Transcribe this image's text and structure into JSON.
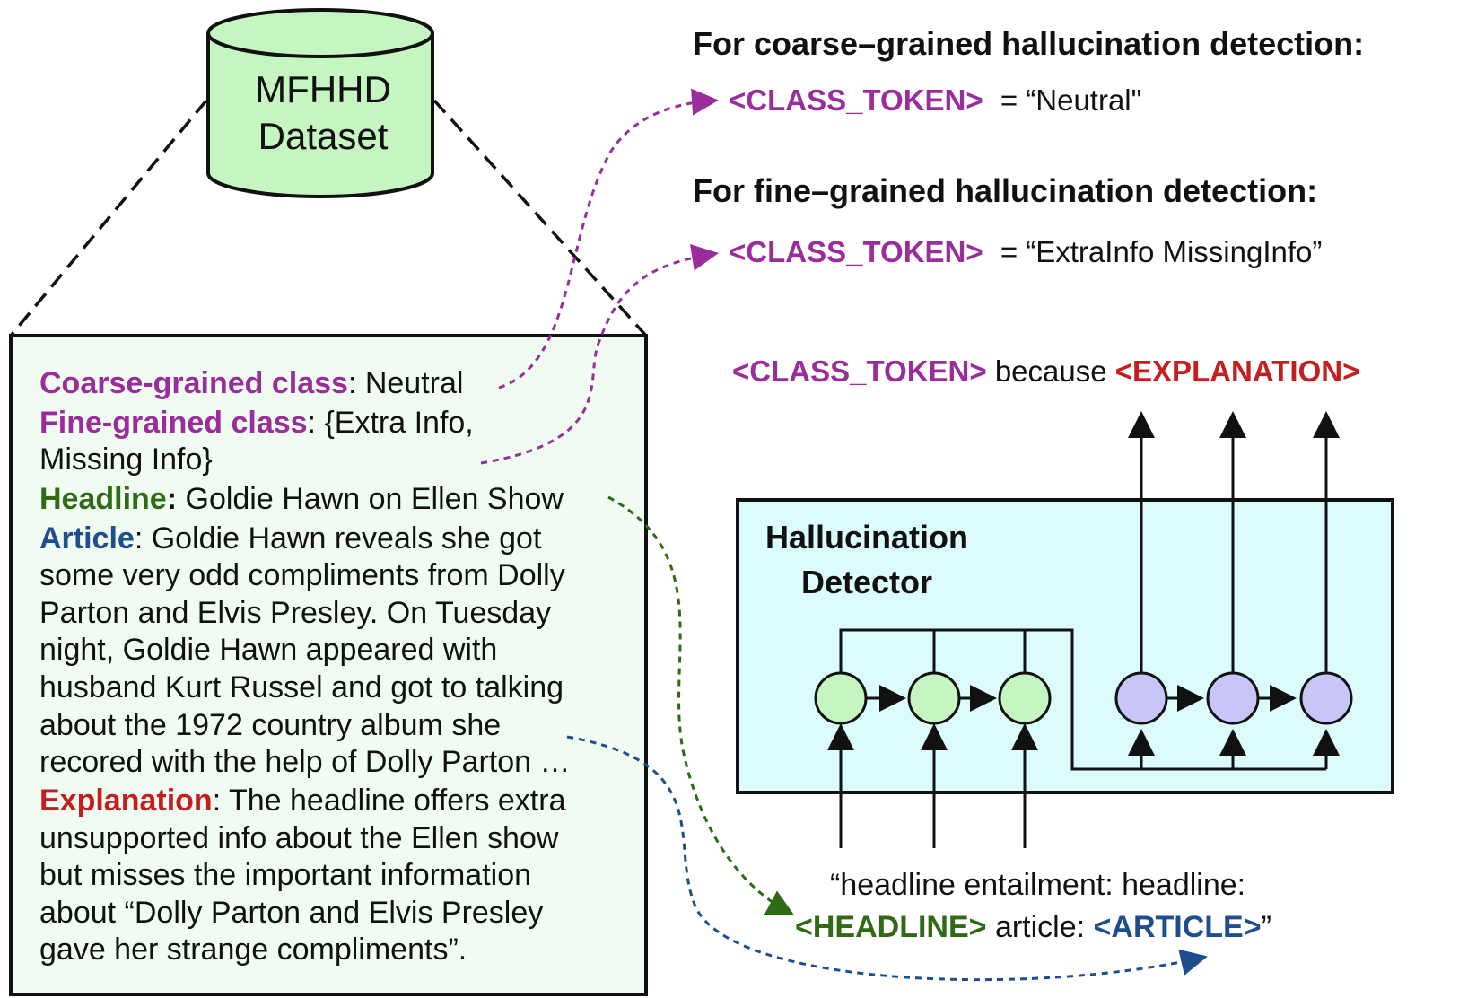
{
  "dataset": {
    "line1": "MFHHD",
    "line2": "Dataset"
  },
  "example": {
    "coarse_label": "Coarse-grained class",
    "coarse_value": ": Neutral",
    "fine_label": "Fine-grained class",
    "fine_value_1": ": {Extra Info,",
    "fine_value_2": "Missing Info}",
    "headline_label": "Headline",
    "headline_value": " Goldie Hawn on Ellen Show",
    "headline_colon": ":",
    "article_label": "Article",
    "article_lines": [
      ": Goldie Hawn reveals she got",
      "some very odd compliments from Dolly",
      "Parton and Elvis Presley. On Tuesday",
      "night, Goldie Hawn appeared with",
      "husband Kurt Russel and got to talking",
      "about the 1972 country album she",
      "recored with the help of Dolly Parton …"
    ],
    "explanation_label": "Explanation",
    "explanation_lines": [
      ": The headline offers extra",
      "unsupported info about the Ellen show",
      "but misses the important information",
      "about “Dolly Parton and Elvis Presley",
      "gave her strange compliments”."
    ]
  },
  "coarse": {
    "heading": "For coarse–grained hallucination detection:",
    "token": "<CLASS_TOKEN>",
    "value": "= “Neutral\""
  },
  "fine": {
    "heading": "For fine–grained hallucination detection:",
    "token": "<CLASS_TOKEN>",
    "value": "= “ExtraInfo MissingInfo”"
  },
  "output": {
    "token": "<CLASS_TOKEN>",
    "because": " because ",
    "explanation": "<EXPLANATION>"
  },
  "detector": {
    "line1": "Hallucination",
    "line2": "Detector"
  },
  "input": {
    "line1": "“headline entailment: headline:",
    "headline_token": "<HEADLINE>",
    "article_word": " article: ",
    "article_token": "<ARTICLE>",
    "close_quote": "”"
  },
  "colors": {
    "purple": "#9b2c9b",
    "green": "#2f6a14",
    "blue": "#1f4e8c",
    "red": "#c41e1e",
    "cylinder_fill": "#c5f5c0",
    "panel_fill": "#f0fcf2",
    "detector_fill": "#dcfbfb",
    "encoder_node": "#c5f5c0",
    "decoder_node": "#c8c6f8"
  }
}
